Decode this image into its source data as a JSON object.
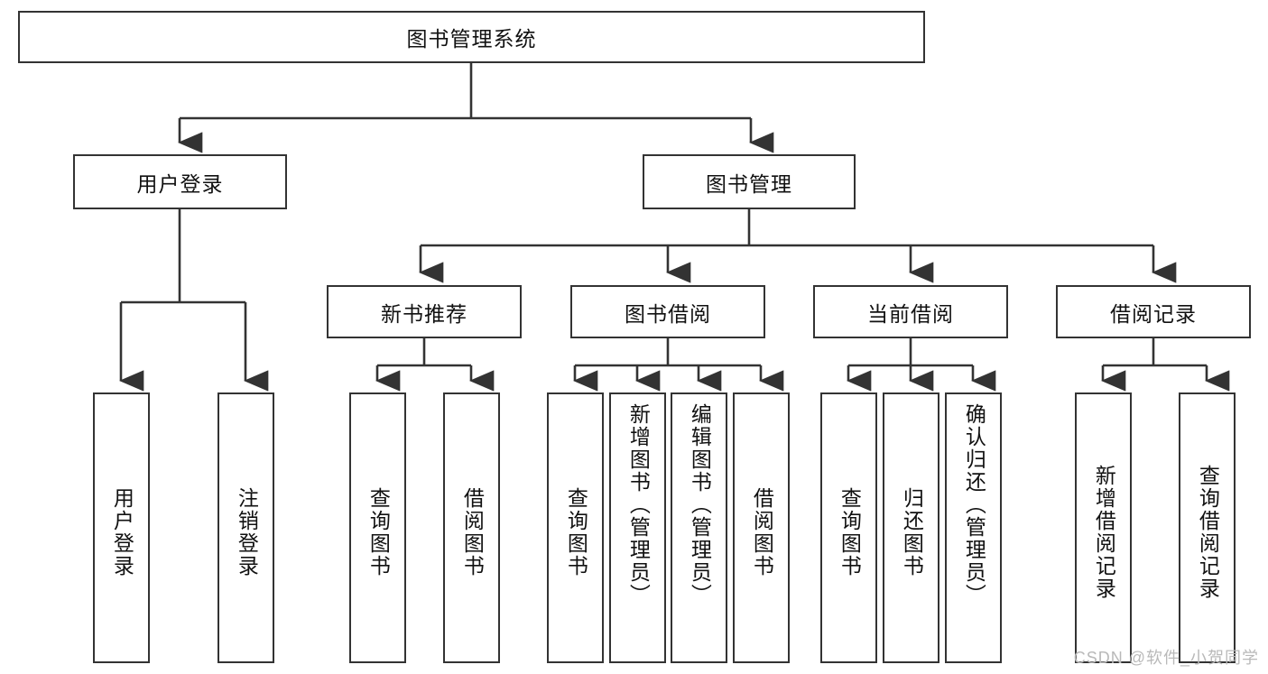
{
  "diagram": {
    "type": "tree-hierarchy",
    "title": "图书管理系统",
    "watermark": "CSDN @软件_小贺同学",
    "stroke_color": "#333333",
    "background_color": "#ffffff",
    "text_color": "#111111",
    "watermark_color": "#b9b9b9"
  },
  "nodes": {
    "root": {
      "label": "图书管理系统",
      "level": 1
    },
    "user_login": {
      "label": "用户登录",
      "level": 2
    },
    "book_manage": {
      "label": "图书管理",
      "level": 2
    },
    "new_book_rec": {
      "label": "新书推荐",
      "level": 3
    },
    "book_borrow": {
      "label": "图书借阅",
      "level": 3
    },
    "current_borrow": {
      "label": "当前借阅",
      "level": 3
    },
    "borrow_record": {
      "label": "借阅记录",
      "level": 3
    },
    "leaf_user_login": {
      "label": "用户登录",
      "level": 4
    },
    "leaf_logout": {
      "label": "注销登录",
      "level": 4
    },
    "leaf_query_book_1": {
      "label": "查询图书",
      "level": 4
    },
    "leaf_borrow_book_1": {
      "label": "借阅图书",
      "level": 4
    },
    "leaf_query_book_2": {
      "label": "查询图书",
      "level": 4
    },
    "leaf_add_book": {
      "label": "新增图书（管理员）",
      "level": 4
    },
    "leaf_edit_book": {
      "label": "编辑图书（管理员）",
      "level": 4
    },
    "leaf_borrow_book_2": {
      "label": "借阅图书",
      "level": 4
    },
    "leaf_query_book_3": {
      "label": "查询图书",
      "level": 4
    },
    "leaf_return_book": {
      "label": "归还图书",
      "level": 4
    },
    "leaf_confirm_return": {
      "label": "确认归还（管理员）",
      "level": 4
    },
    "leaf_add_record": {
      "label": "新增借阅记录",
      "level": 4
    },
    "leaf_query_record": {
      "label": "查询借阅记录",
      "level": 4
    }
  },
  "edges": [
    {
      "from": "root",
      "to": "user_login"
    },
    {
      "from": "root",
      "to": "book_manage"
    },
    {
      "from": "user_login",
      "to": "leaf_user_login"
    },
    {
      "from": "user_login",
      "to": "leaf_logout"
    },
    {
      "from": "book_manage",
      "to": "new_book_rec"
    },
    {
      "from": "book_manage",
      "to": "book_borrow"
    },
    {
      "from": "book_manage",
      "to": "current_borrow"
    },
    {
      "from": "book_manage",
      "to": "borrow_record"
    },
    {
      "from": "new_book_rec",
      "to": "leaf_query_book_1"
    },
    {
      "from": "new_book_rec",
      "to": "leaf_borrow_book_1"
    },
    {
      "from": "book_borrow",
      "to": "leaf_query_book_2"
    },
    {
      "from": "book_borrow",
      "to": "leaf_add_book"
    },
    {
      "from": "book_borrow",
      "to": "leaf_edit_book"
    },
    {
      "from": "book_borrow",
      "to": "leaf_borrow_book_2"
    },
    {
      "from": "current_borrow",
      "to": "leaf_query_book_3"
    },
    {
      "from": "current_borrow",
      "to": "leaf_return_book"
    },
    {
      "from": "current_borrow",
      "to": "leaf_confirm_return"
    },
    {
      "from": "borrow_record",
      "to": "leaf_add_record"
    },
    {
      "from": "borrow_record",
      "to": "leaf_query_record"
    }
  ]
}
